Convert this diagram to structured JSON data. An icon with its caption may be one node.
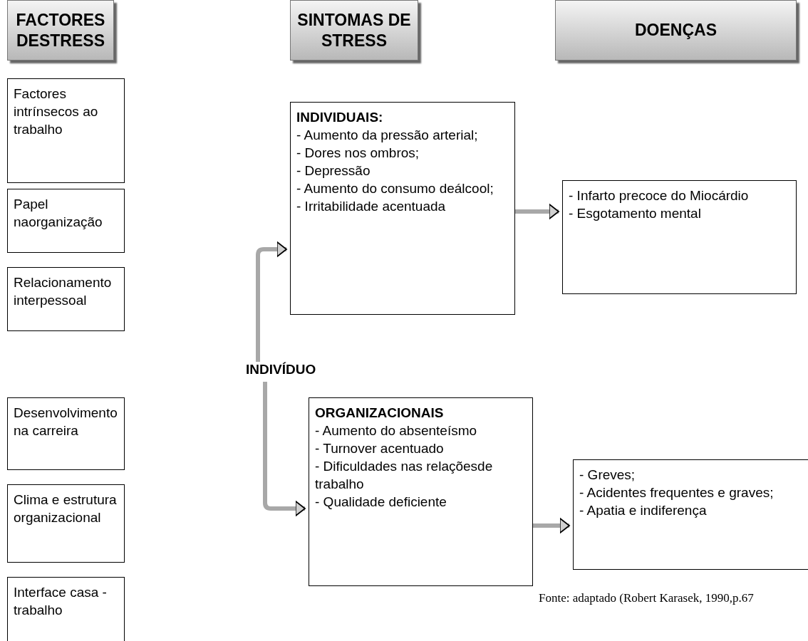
{
  "diagram": {
    "caption": "Fonte: adaptado (Robert Karasek, 1990,p.67",
    "nodes": [
      {
        "text": [
          "FACTORES DESTRESS"
        ]
      },
      {
        "text": [
          "SINTOMAS DE STRESS"
        ]
      },
      {
        "text": [
          "DOENÇAS"
        ]
      },
      {
        "text": [
          "Factores intrínsecos ao trabalho"
        ]
      },
      {
        "text": [
          "Papel naorganização"
        ]
      },
      {
        "text": [
          "Relacionamento interpessoal"
        ]
      },
      {
        "text": [
          "Desenvolvimento na carreira"
        ]
      },
      {
        "text": [
          "Clima e estrutura organizacional"
        ]
      },
      {
        "text": [
          "Interface casa - trabalho"
        ]
      },
      {
        "text": [
          "INDIVIDUAIS:",
          "- Aumento da pressão arterial;",
          "- Dores nos ombros;",
          "- Depressão",
          "- Aumento do consumo deálcool;",
          "- Irritabilidade acentuada"
        ]
      },
      {
        "text": [
          "INDIVÍDUO"
        ]
      },
      {
        "text": [
          "ORGANIZACIONAIS",
          "- Aumento do absenteísmo",
          "- Turnover acentuado",
          "- Dificuldades nas relaçõesde trabalho",
          "- Qualidade deficiente"
        ]
      },
      {
        "text": [
          "- Infarto precoce do Miocárdio",
          "- Esgotamento mental"
        ]
      },
      {
        "text": [
          "- Greves;",
          "- Acidentes frequentes e graves;",
          "- Apatia e indiferença"
        ]
      }
    ],
    "edges": [
      {
        "from": 10,
        "to": 9,
        "arrow": "to"
      },
      {
        "from": 10,
        "to": 11,
        "arrow": "to"
      },
      {
        "from": 9,
        "to": 12,
        "arrow": "to"
      },
      {
        "from": 11,
        "to": 13,
        "arrow": "to"
      }
    ]
  }
}
